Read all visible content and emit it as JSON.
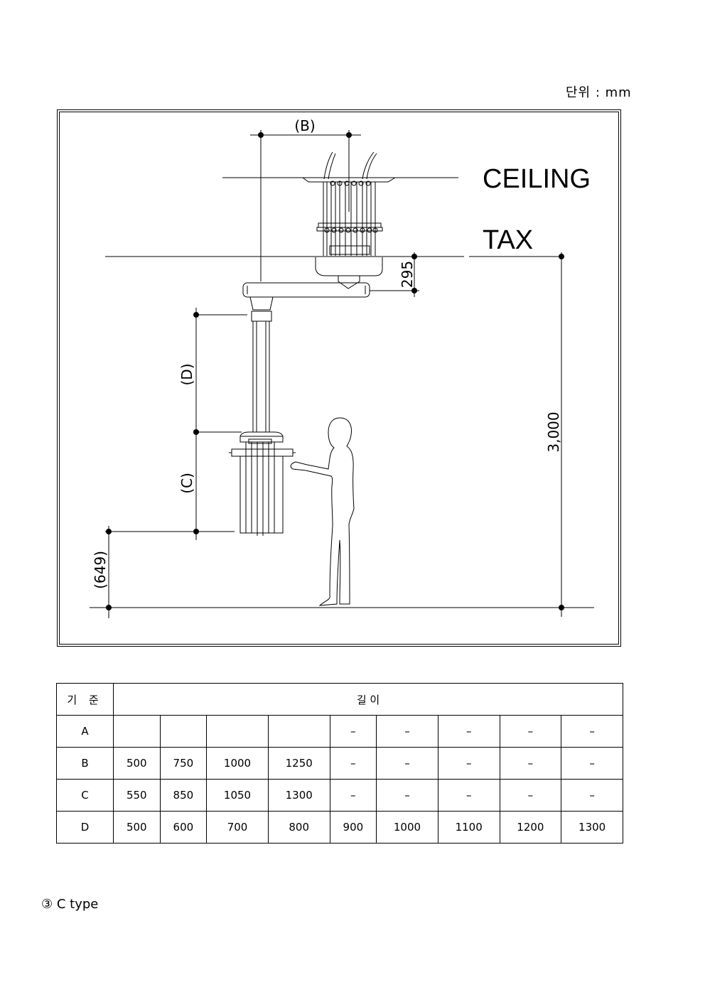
{
  "unit_label": "단위 : mm",
  "drawing": {
    "labels": {
      "ceiling": "CEILING",
      "tax": "TAX"
    },
    "dimensions": {
      "b": "(B)",
      "d": "(D)",
      "c": "(C)",
      "floor_gap": "(649)",
      "drop": "295",
      "height": "3,000"
    }
  },
  "table": {
    "header": {
      "criterion": "기 준",
      "length": "길 이"
    },
    "rows": [
      {
        "label": "A",
        "values": [
          "",
          "",
          "",
          "",
          "–",
          "–",
          "–",
          "–",
          "–"
        ]
      },
      {
        "label": "B",
        "values": [
          "500",
          "750",
          "1000",
          "1250",
          "–",
          "–",
          "–",
          "–",
          "–"
        ]
      },
      {
        "label": "C",
        "values": [
          "550",
          "850",
          "1050",
          "1300",
          "–",
          "–",
          "–",
          "–",
          "–"
        ]
      },
      {
        "label": "D",
        "values": [
          "500",
          "600",
          "700",
          "800",
          "900",
          "1000",
          "1100",
          "1200",
          "1300"
        ]
      }
    ]
  },
  "footnote": "③ C type"
}
